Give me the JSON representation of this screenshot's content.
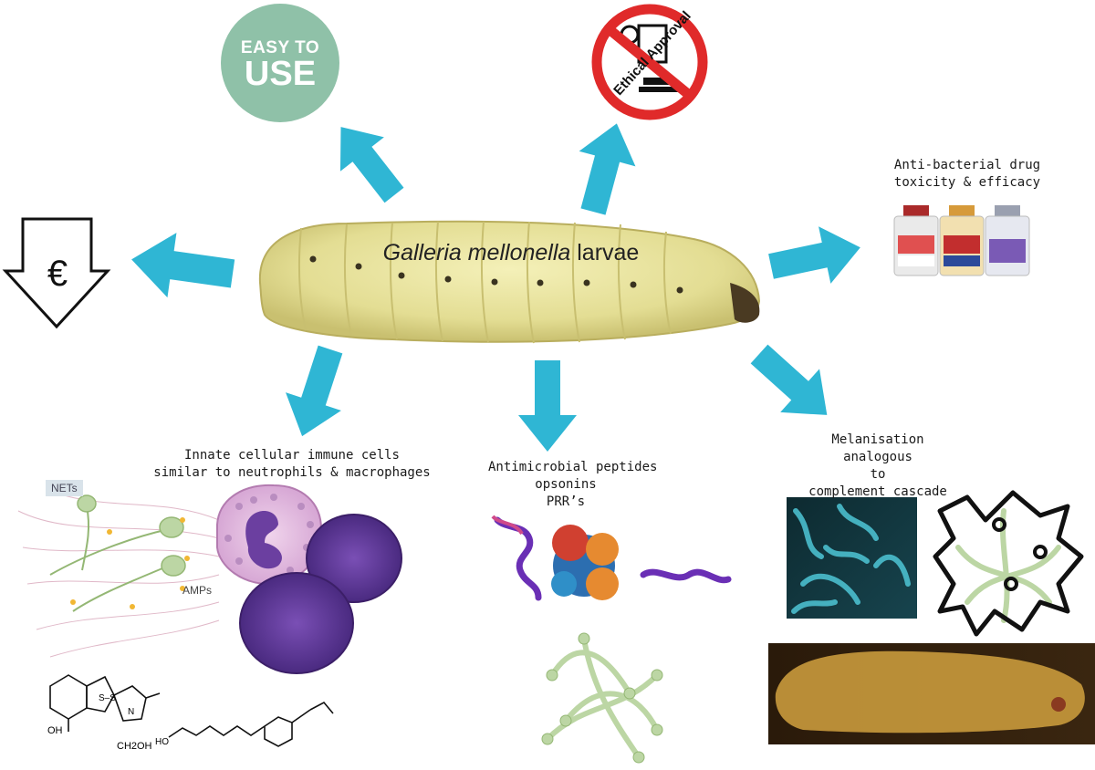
{
  "central": {
    "title_italic": "Galleria mellonella",
    "title_plain": " larvae"
  },
  "badges": {
    "easy_line1": "EASY TO",
    "easy_line2": "USE",
    "ethical": "Ethical Approval"
  },
  "cost_icon": {
    "symbol": "€"
  },
  "labels": {
    "drug": [
      "Anti-bacterial drug",
      "toxicity & efficacy"
    ],
    "innate": [
      "Innate cellular immune cells",
      "similar to neutrophils & macrophages"
    ],
    "amp": [
      "Antimicrobial peptides",
      "opsonins",
      "PRR’s"
    ],
    "melanisation": [
      "Melanisation",
      "analogous",
      "to",
      "complement cascade"
    ],
    "nets": "NETs",
    "amps": "AMPs"
  },
  "molecules": {
    "oh1": "OH",
    "ch2oh": "CH2OH",
    "n_label": "N",
    "s_label": "S–S",
    "ho": "HO"
  },
  "colors": {
    "arrow": "#2fb6d4",
    "larva": "#e8e4a0",
    "badge_green": "#8fc1a8",
    "prohibit_red": "#e02a2a",
    "cell_purple": "#6b3fa0",
    "hyphae_green": "#bcd6a4"
  }
}
